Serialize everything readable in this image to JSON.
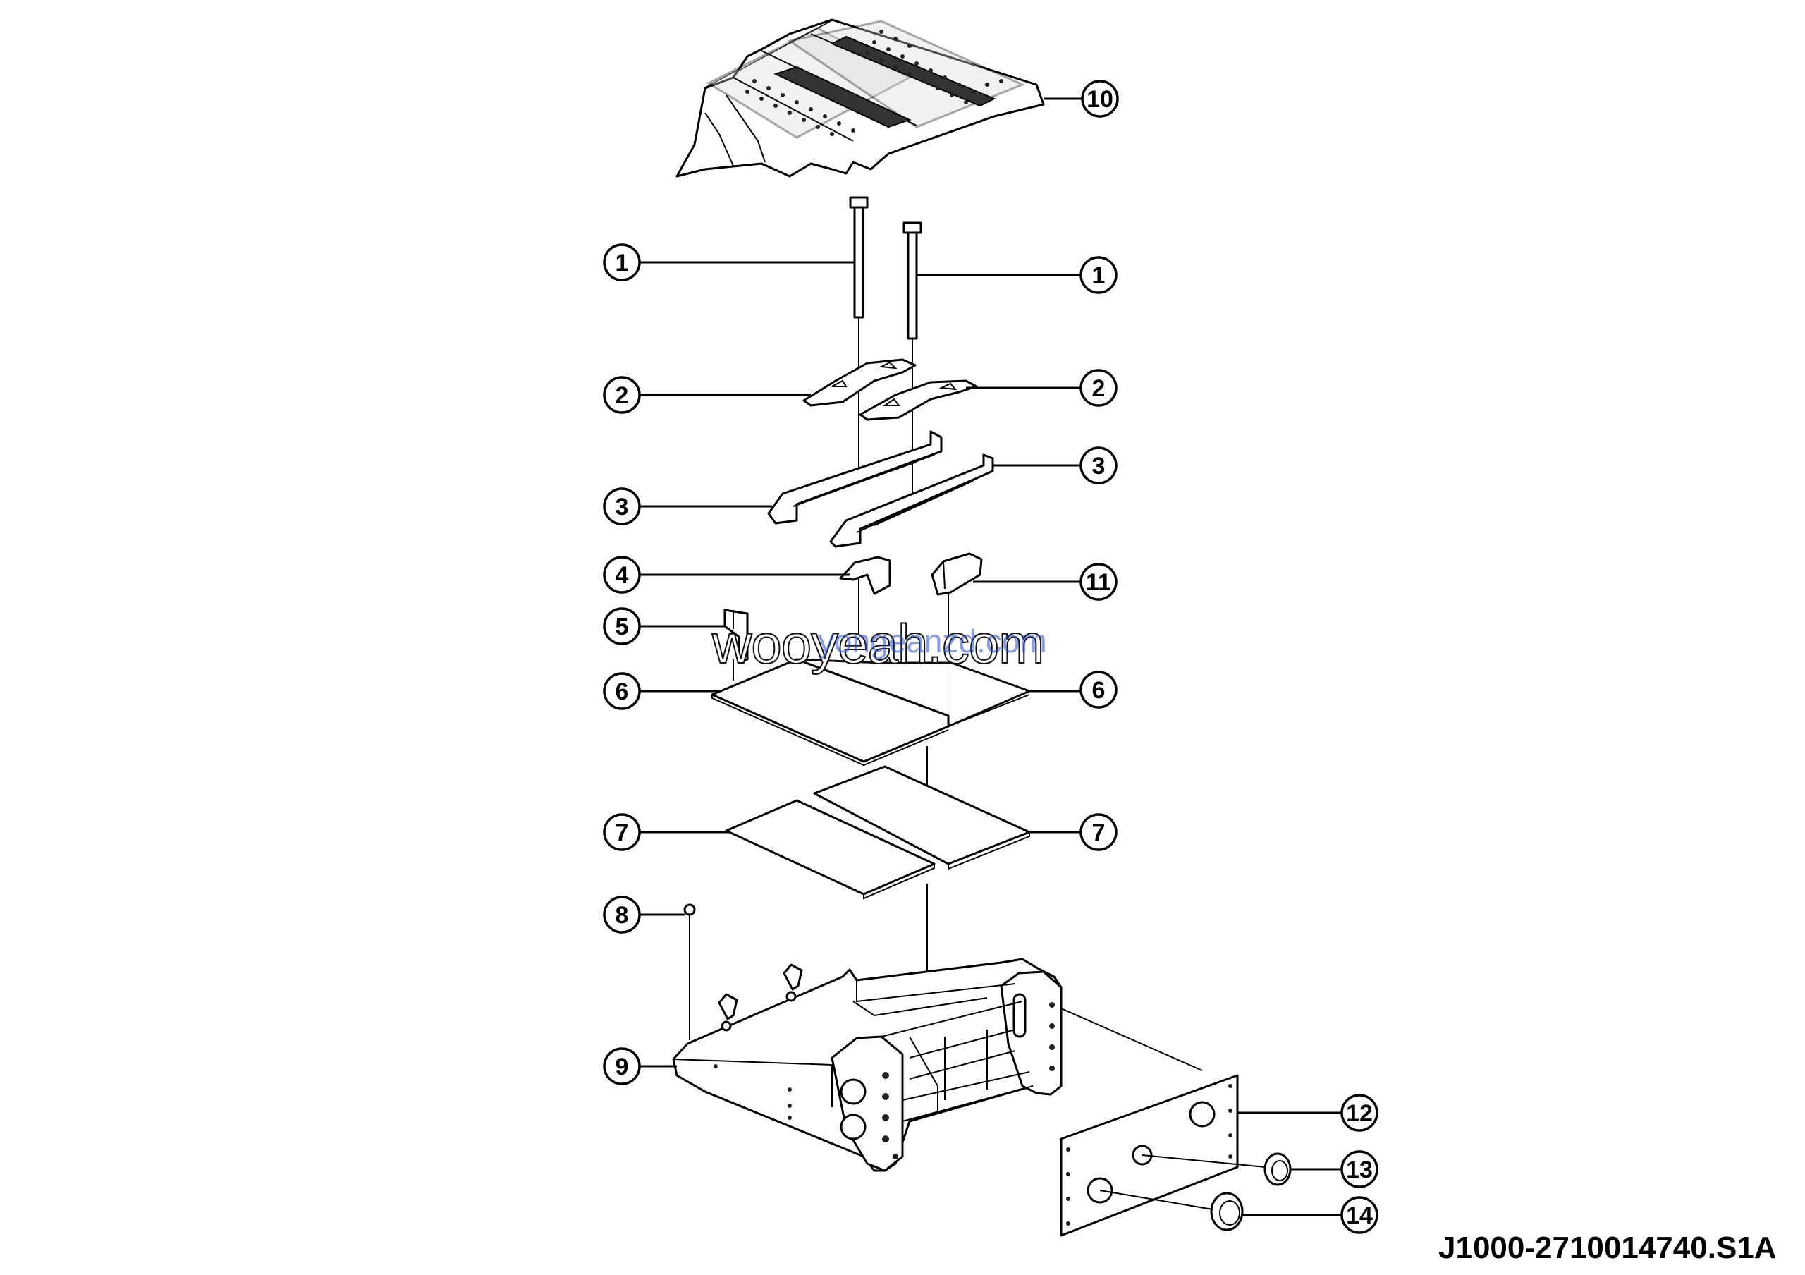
{
  "callouts": [
    {
      "label": "10",
      "target": "top-cover"
    },
    {
      "label": "1",
      "target": "rod-left"
    },
    {
      "label": "1",
      "target": "rod-right"
    },
    {
      "label": "2",
      "target": "clamp-left"
    },
    {
      "label": "2",
      "target": "clamp-right"
    },
    {
      "label": "3",
      "target": "rail-right"
    },
    {
      "label": "3",
      "target": "rail-left"
    },
    {
      "label": "4",
      "target": "bracket"
    },
    {
      "label": "11",
      "target": "angle-strip"
    },
    {
      "label": "5",
      "target": "clip"
    },
    {
      "label": "6",
      "target": "mat-left"
    },
    {
      "label": "6",
      "target": "mat-right"
    },
    {
      "label": "7",
      "target": "pad-left"
    },
    {
      "label": "7",
      "target": "pad-right"
    },
    {
      "label": "8",
      "target": "nut"
    },
    {
      "label": "9",
      "target": "battery-tray"
    },
    {
      "label": "12",
      "target": "side-plate"
    },
    {
      "label": "13",
      "target": "grommet-small"
    },
    {
      "label": "14",
      "target": "grommet-large"
    }
  ],
  "drawing_code": "J1000-2710014740.S1A",
  "watermark": {
    "primary": "wooyeah.com",
    "secondary": "yongeanzd.com"
  },
  "colors": {
    "line": "#000000",
    "background": "#ffffff"
  }
}
